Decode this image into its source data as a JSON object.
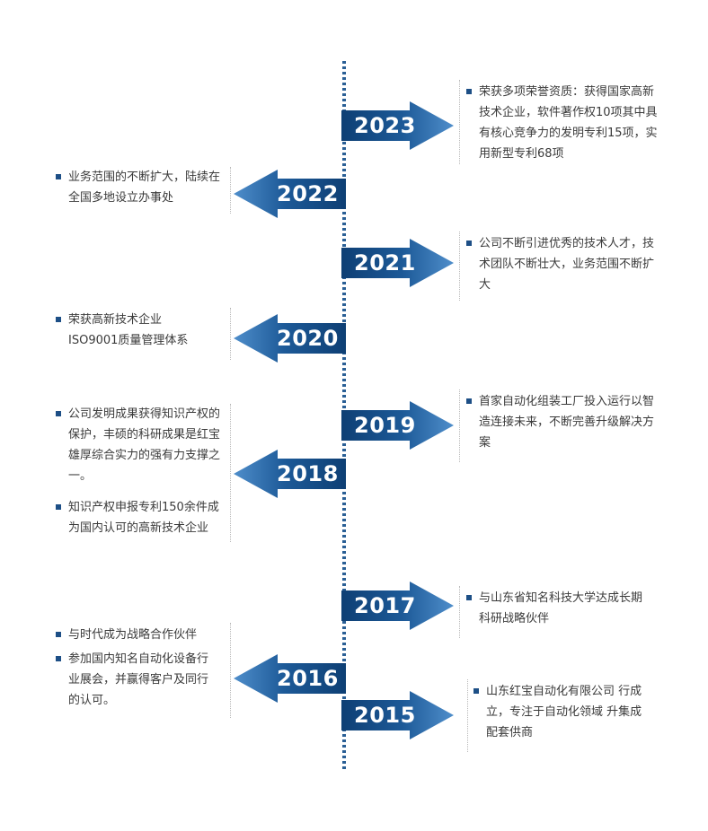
{
  "accent": "#1d5a98",
  "items": [
    {
      "year": "2023",
      "texts": [
        "荣获多项荣誉资质：获得国家高新技术企业，软件著作权10项其中具有核心竞争力的发明专利15项，实用新型专利68项"
      ]
    },
    {
      "year": "2022",
      "texts": [
        "业务范围的不断扩大，陆续在全国多地设立办事处"
      ]
    },
    {
      "year": "2021",
      "texts": [
        "公司不断引进优秀的技术人才，技术团队不断壮大，业务范围不断扩大"
      ]
    },
    {
      "year": "2020",
      "texts": [
        "荣获高新技术企业ISO9001质量管理体系"
      ]
    },
    {
      "year": "2019",
      "texts": [
        "首家自动化组装工厂投入运行以智造连接未来，不断完善升级解决方案"
      ]
    },
    {
      "year": "2018",
      "texts": [
        "公司发明成果获得知识产权的保护，丰硕的科研成果是红宝雄厚综合实力的强有力支撑之一。",
        "知识产权申报专利150余件成为国内认可的高新技术企业"
      ]
    },
    {
      "year": "2017",
      "texts": [
        "与山东省知名科技大学达成长期科研战略伙伴"
      ]
    },
    {
      "year": "2016",
      "texts": [
        "与时代成为战略合作伙伴",
        "参加国内知名自动化设备行业展会，并赢得客户及同行的认可。"
      ]
    },
    {
      "year": "2015",
      "texts": [
        "山东红宝自动化有限公司 行成立，专注于自动化领域 升集成配套供商"
      ]
    }
  ]
}
